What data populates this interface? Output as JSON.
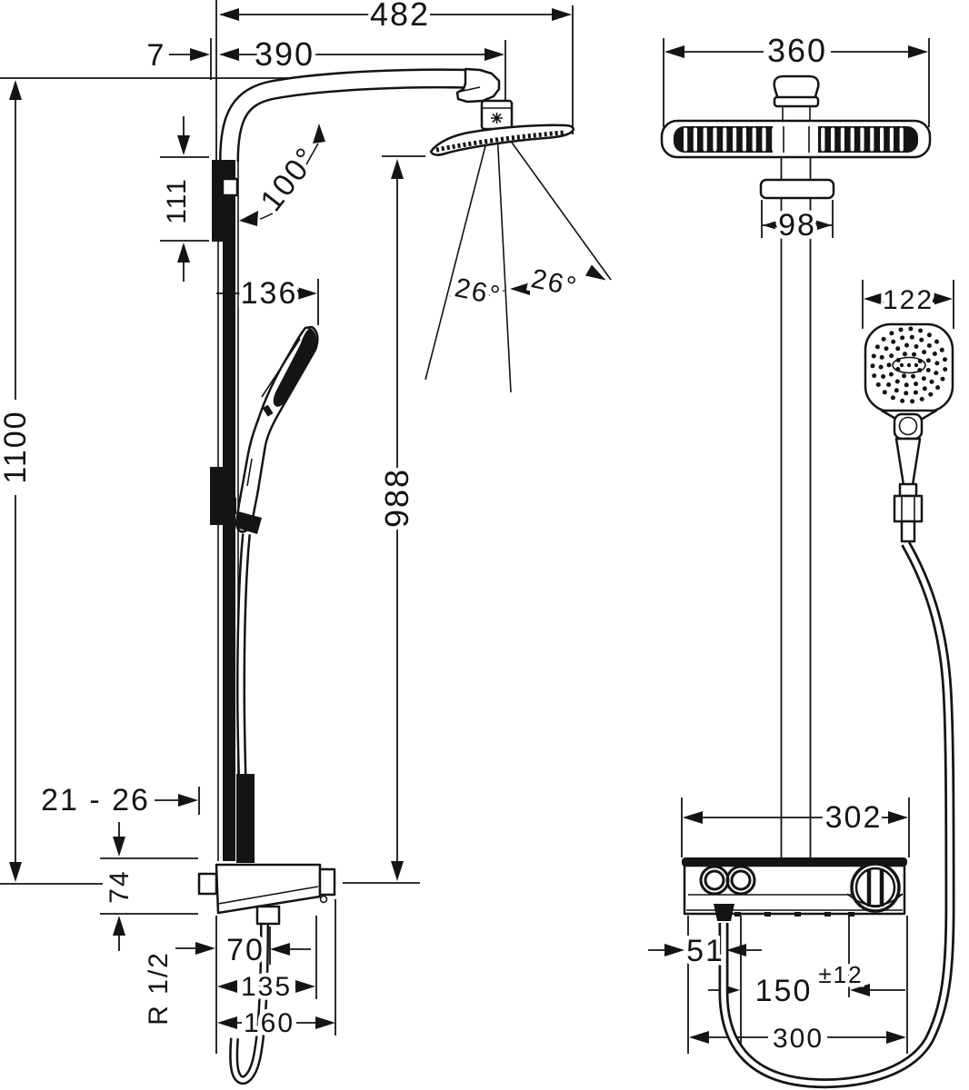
{
  "drawing": {
    "type": "technical-dimension-drawing",
    "product": "shower-pipe-system",
    "line_color": "#141414",
    "background_color": "#ffffff"
  },
  "side_view": {
    "overall_projection": "482",
    "arm_projection": "390",
    "wall_offset": "7",
    "bracket_height": "111",
    "arm_angle": "100°",
    "hand_shower_offset": "136",
    "spray_angle_left": "26°",
    "spray_angle_right": "26°",
    "head_to_valve_height": "988",
    "overall_height": "1100",
    "wall_clearance_range": "21 - 26",
    "valve_body_height": "74",
    "connection_thread": "R 1/2",
    "outlet_offset": "70",
    "valve_depth": "135",
    "valve_overall_depth": "160"
  },
  "front_view": {
    "head_width": "360",
    "bracket_width": "98",
    "hand_shower_width": "122",
    "valve_width": "302",
    "hose_outlet_offset": "51",
    "supply_spacing": "150",
    "supply_tolerance": "±12",
    "hose_loop_width": "300"
  }
}
